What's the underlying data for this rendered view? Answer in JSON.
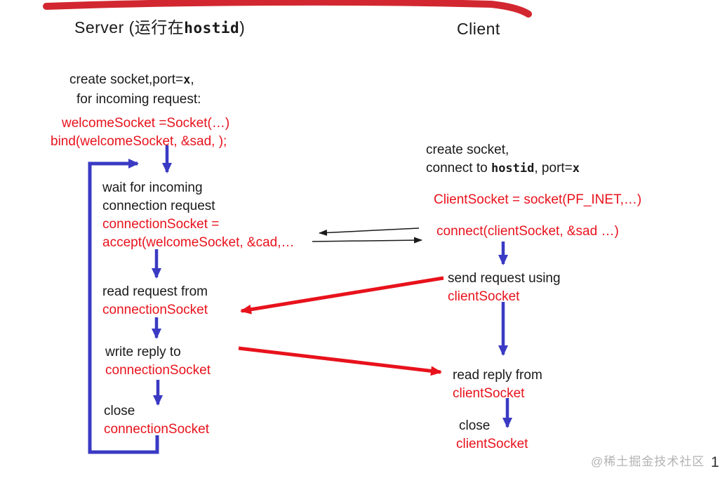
{
  "colors": {
    "blue_arrow": "#3a3ac4",
    "red_text": "#e8121c",
    "red_arrow": "#e8121c",
    "top_stroke_red": "#d22730",
    "black_text": "#1a1a1a",
    "watermark_gray": "#b3b3b3"
  },
  "header": {
    "server_title_pre": "Server (",
    "server_title_cn": "运行在",
    "server_title_code": "hostid",
    "server_title_post": ")",
    "client_title": "Client"
  },
  "server": {
    "create_line1_pre": "create socket,port=",
    "create_line1_code": "x",
    "create_line1_post": ",",
    "create_line2": "for incoming request:",
    "setup_code_line1": "welcomeSocket =Socket(…)",
    "setup_code_line2": "bind(welcomeSocket, &sad, );",
    "wait_line1": "wait for incoming",
    "wait_line2": "connection request",
    "accept_line1": "connectionSocket =",
    "accept_line2": "accept(welcomeSocket, &cad,…",
    "read_label": "read request from",
    "read_code": "connectionSocket",
    "write_label": "write reply to",
    "write_code": "connectionSocket",
    "close_label": "close",
    "close_code": "connectionSocket"
  },
  "client": {
    "create_line1": "create socket,",
    "create_line2_pre": "connect to ",
    "create_line2_code1": "hostid",
    "create_line2_mid": ", port=",
    "create_line2_code2": "x",
    "socket_code": "ClientSocket = socket(PF_INET,…)",
    "connect_code": "connect(clientSocket, &sad …)",
    "send_label": "send request using",
    "send_code": "clientSocket",
    "read_label": "read reply from",
    "read_code": "clientSocket",
    "close_label": "close",
    "close_code": "clientSocket"
  },
  "footer": {
    "watermark": "@稀土掘金技术社区",
    "page_number": "1"
  }
}
